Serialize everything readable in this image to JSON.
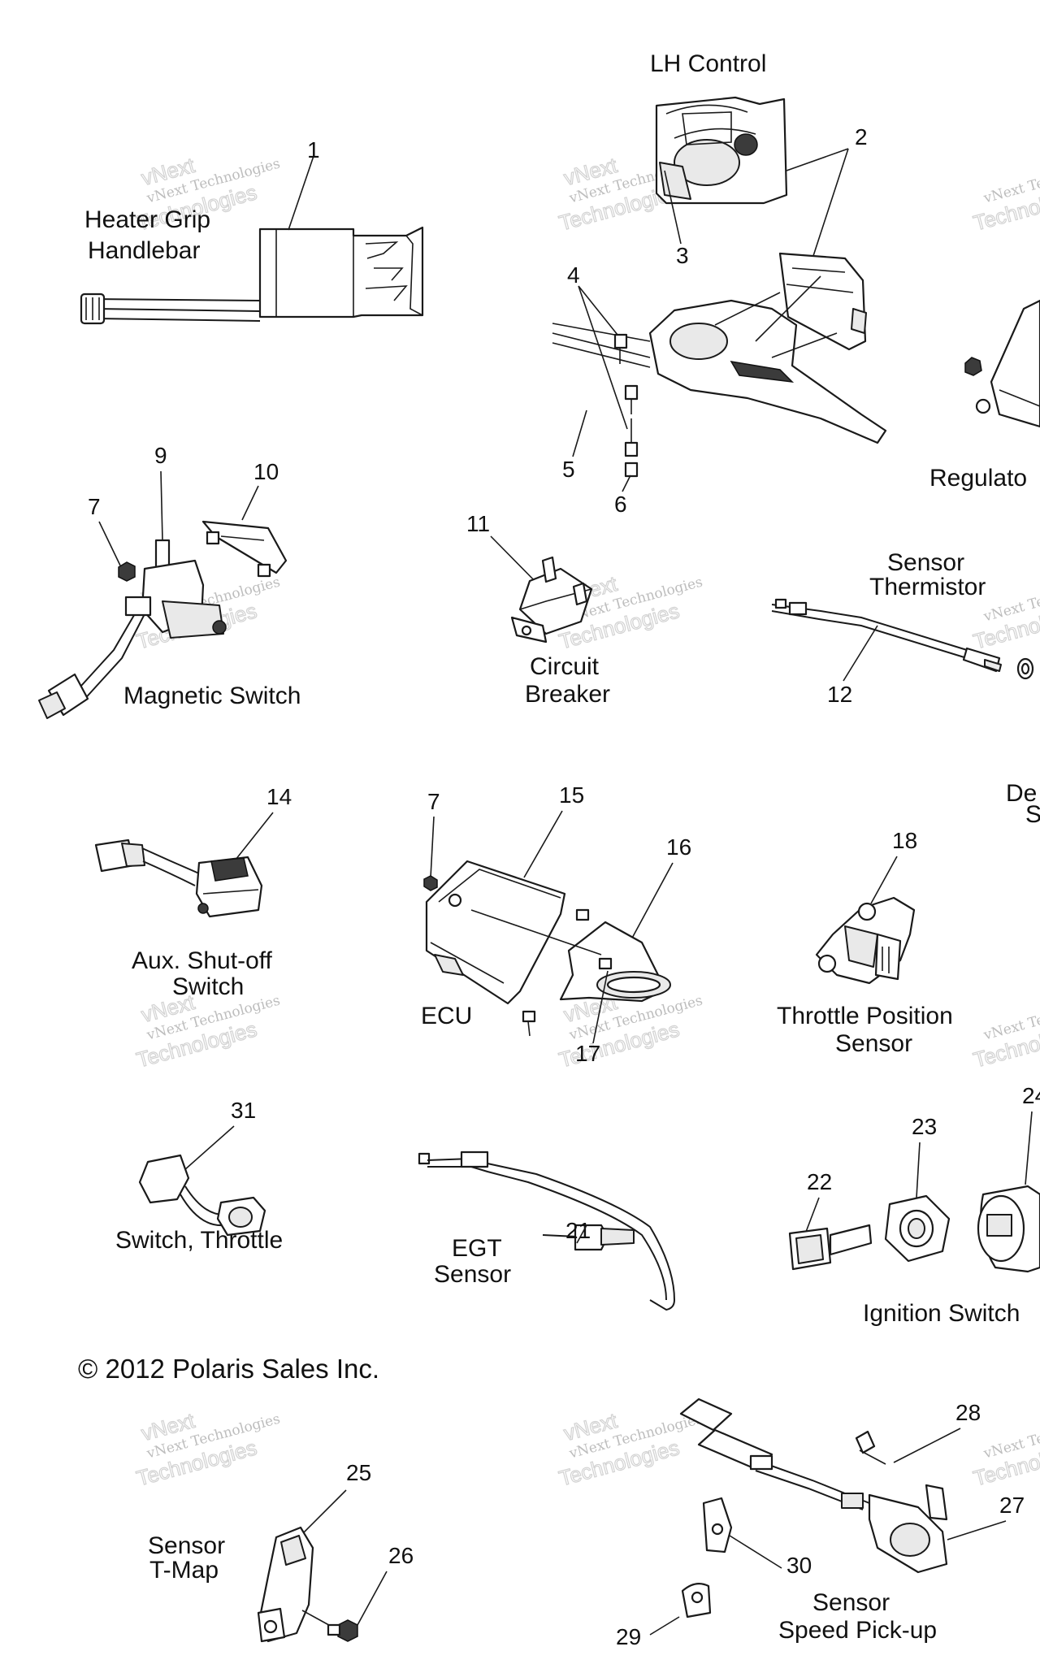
{
  "labels": {
    "heater_grip": [
      "Heater Grip",
      "Handlebar"
    ],
    "lh_control": "LH Control",
    "regulator": "Regulato",
    "magnetic_switch": "Magnetic Switch",
    "circuit_breaker": [
      "Circuit",
      "Breaker"
    ],
    "sensor_thermistor": [
      "Sensor",
      "Thermistor"
    ],
    "aux_shutoff": [
      "Aux. Shut-off",
      "Switch"
    ],
    "ecu": "ECU",
    "throttle_position": [
      "Throttle Position",
      "Sensor"
    ],
    "de_partial": [
      "De",
      "S"
    ],
    "switch_throttle": "Switch, Throttle",
    "egt_sensor": [
      "EGT",
      "Sensor"
    ],
    "ignition_switch": "Ignition Switch",
    "sensor_tmap": [
      "Sensor",
      "T-Map"
    ],
    "sensor_speed": [
      "Sensor",
      "Speed Pick-up"
    ]
  },
  "copyright": "© 2012 Polaris Sales Inc.",
  "callouts": {
    "n1": "1",
    "n2": "2",
    "n3": "3",
    "n4": "4",
    "n5": "5",
    "n6": "6",
    "n7a": "7",
    "n9": "9",
    "n10": "10",
    "n11": "11",
    "n12": "12",
    "n14": "14",
    "n7b": "7",
    "n15": "15",
    "n16": "16",
    "n17": "17",
    "n18": "18",
    "n31": "31",
    "n21": "21",
    "n22": "22",
    "n23": "23",
    "n24": "24",
    "n25": "25",
    "n26": "26",
    "n27": "27",
    "n28": "28",
    "n29": "29",
    "n30": "30"
  },
  "watermark": {
    "line1": "vNext Technologies",
    "line2": "Technologies",
    "logo": "vNext"
  }
}
